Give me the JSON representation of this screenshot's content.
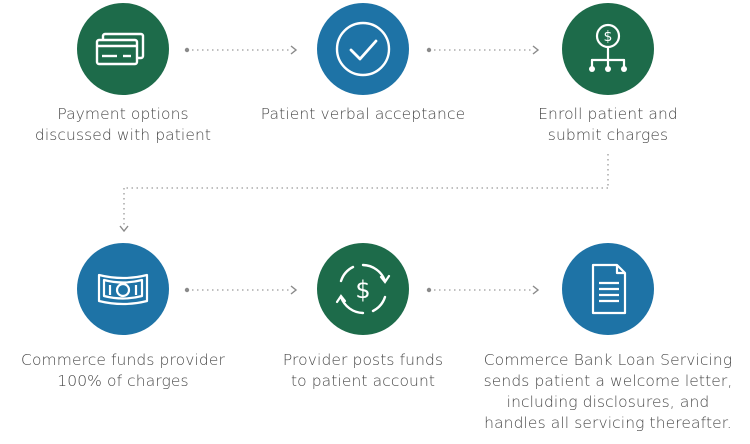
{
  "colors": {
    "green": "#1d6b4a",
    "blue": "#1e73a6",
    "text": "#4a4a4a",
    "dots": "#9a9a9a"
  },
  "steps": [
    {
      "icon": "credit-cards-icon",
      "color": "green",
      "label_lines": [
        "Payment options",
        "discussed with patient"
      ]
    },
    {
      "icon": "checkmark-icon",
      "color": "blue",
      "label_lines": [
        "Patient verbal acceptance"
      ]
    },
    {
      "icon": "dollar-distribution-icon",
      "color": "green",
      "label_lines": [
        "Enroll patient and",
        "submit charges"
      ]
    },
    {
      "icon": "banknote-icon",
      "color": "blue",
      "label_lines": [
        "Commerce funds provider",
        "100% of charges"
      ]
    },
    {
      "icon": "circular-dollar-icon",
      "color": "green",
      "label_lines": [
        "Provider posts funds",
        "to patient account"
      ]
    },
    {
      "icon": "document-icon",
      "color": "blue",
      "label_lines": [
        "Commerce Bank Loan Servicing",
        "sends patient a welcome letter,",
        "including disclosures, and",
        "handles all servicing thereafter."
      ]
    }
  ]
}
